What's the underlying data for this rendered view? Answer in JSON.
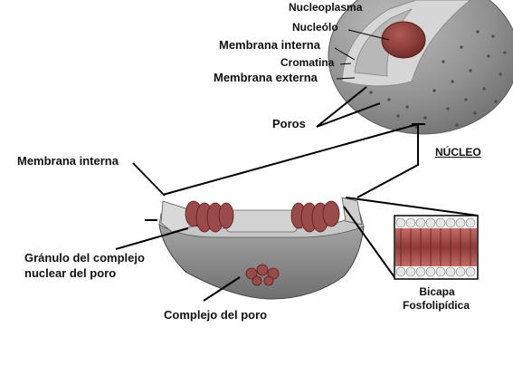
{
  "labels": {
    "nucleoplasma": "Nucleoplasma",
    "nucleolo": "Nucleólo",
    "membrana_interna_top": "Membrana interna",
    "cromatina": "Cromatina",
    "membrana_externa": "Membrana externa",
    "poros": "Poros",
    "nucleo": "NÚCLEO",
    "membrana_interna_left": "Membrana interna",
    "granulo_line1": "Gránulo del complejo",
    "granulo_line2": "nuclear del poro",
    "complejo_poro": "Complejo del poro",
    "bicapa_line1": "Bicapa",
    "bicapa_line2": "Fosfolipídica"
  },
  "colors": {
    "nucleus_gray": "#8e8e8e",
    "nucleolus_red": "#8a3a36",
    "pore_red": "#9a4a48",
    "bilayer_red": "#9c4646",
    "line": "#000000"
  }
}
